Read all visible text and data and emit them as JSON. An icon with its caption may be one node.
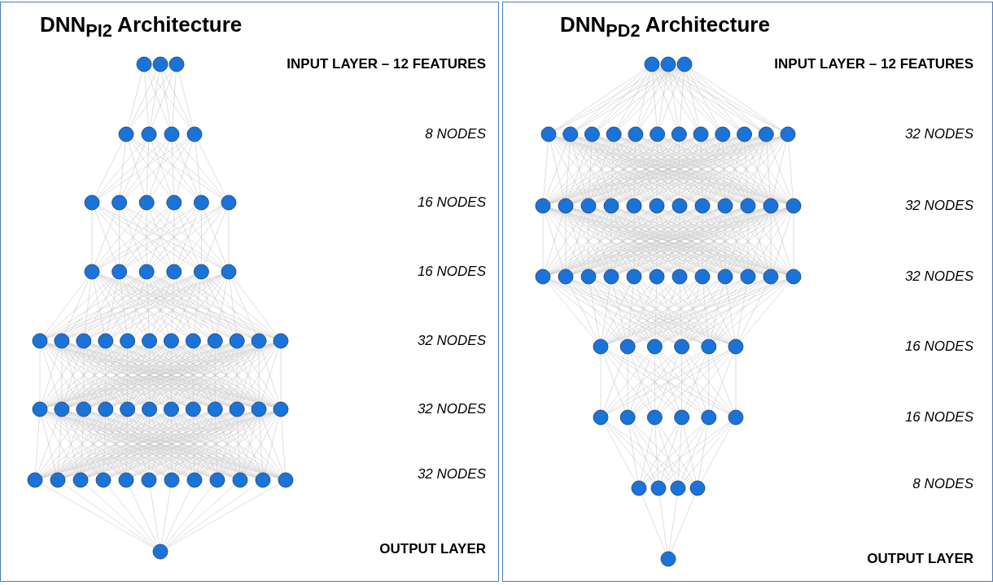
{
  "diagram": {
    "nodes": [
      {
        "text": [
          "DNN$_{PI2}$ Architecture"
        ]
      },
      {
        "text": [
          "DNN$_{PD2}$ Architecture"
        ]
      }
    ],
    "labels": [
      "INPUT LAYER – 12 FEATURES",
      "INPUT LAYER – 12 FEATURES",
      "8 NODES",
      "32 NODES",
      "16 NODES",
      "32 NODES",
      "16 NODES",
      "32 NODES",
      "32 NODES",
      "16 NODES",
      "32 NODES",
      "16 NODES",
      "32 NODES",
      "8 NODES",
      "OUTPUT LAYER",
      "OUTPUT LAYER"
    ]
  }
}
